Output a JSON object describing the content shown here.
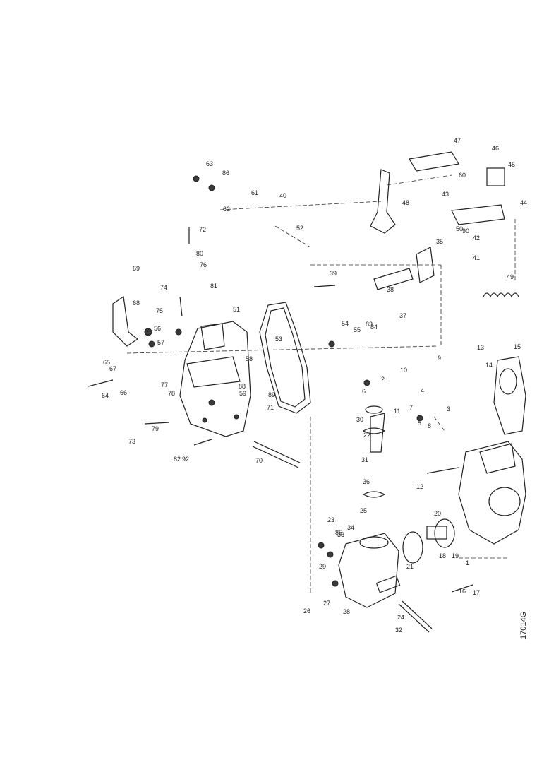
{
  "figure_id": "17014G",
  "callouts": [
    "1",
    "2",
    "3",
    "4",
    "5",
    "6",
    "7",
    "8",
    "9",
    "10",
    "11",
    "12",
    "13",
    "14",
    "15",
    "16",
    "17",
    "18",
    "19",
    "20",
    "21",
    "22",
    "23",
    "24",
    "25",
    "26",
    "27",
    "28",
    "29",
    "30",
    "31",
    "32",
    "33",
    "34",
    "35",
    "36",
    "37",
    "38",
    "39",
    "40",
    "41",
    "42",
    "43",
    "44",
    "45",
    "46",
    "47",
    "48",
    "49",
    "50",
    "51",
    "52",
    "53",
    "54",
    "55",
    "56",
    "57",
    "58",
    "59",
    "60",
    "61",
    "62",
    "63",
    "64",
    "65",
    "66",
    "67",
    "68",
    "69",
    "70",
    "71",
    "72",
    "73",
    "74",
    "75",
    "76",
    "77",
    "78",
    "79",
    "80",
    "81",
    "82",
    "83",
    "84",
    "85",
    "86",
    "88",
    "89",
    "90",
    "92"
  ]
}
